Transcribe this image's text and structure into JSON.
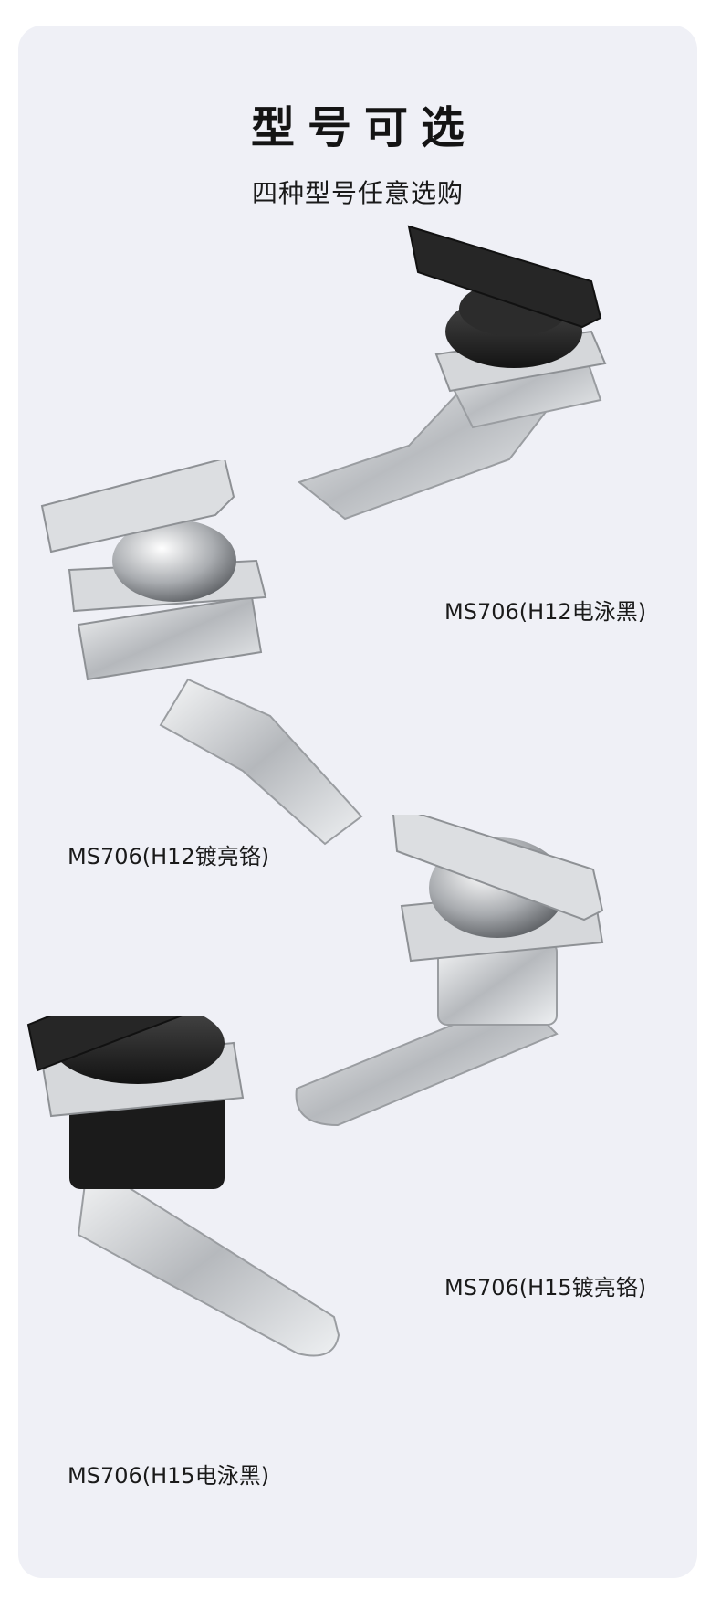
{
  "header": {
    "title": "型号可选",
    "subtitle": "四种型号任意选购"
  },
  "products": [
    {
      "label": "MS706(H12电泳黑)",
      "finish": "black",
      "height_code": "H12"
    },
    {
      "label": "MS706(H12镀亮铬)",
      "finish": "chrome",
      "height_code": "H12"
    },
    {
      "label": "MS706(H15镀亮铬)",
      "finish": "chrome",
      "height_code": "H15"
    },
    {
      "label": "MS706(H15电泳黑)",
      "finish": "black",
      "height_code": "H15"
    }
  ],
  "colors": {
    "background": "#eff0f6",
    "text": "#1a1a1a",
    "black_finish": "#2a2a2a",
    "chrome_finish": "#c8cacd"
  }
}
